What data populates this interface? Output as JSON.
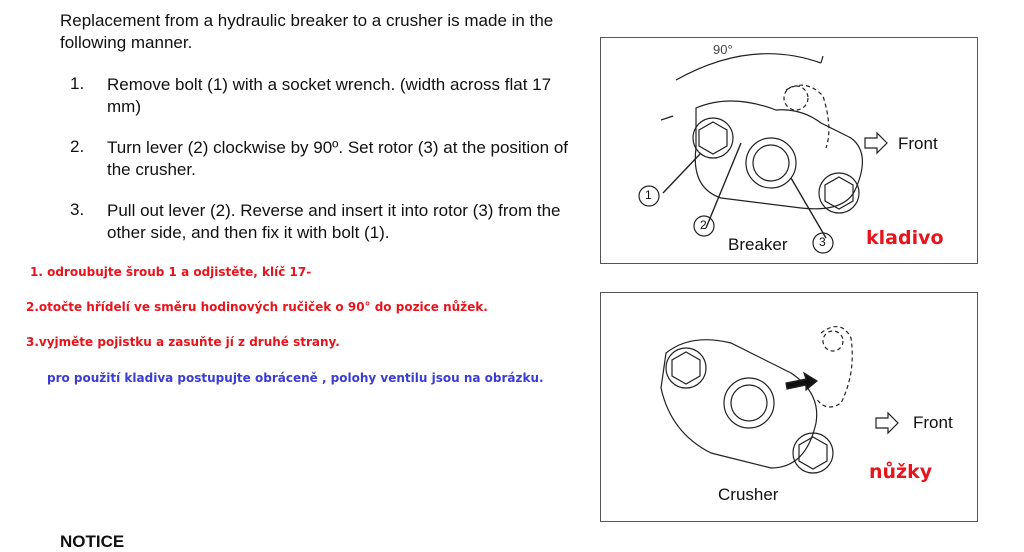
{
  "intro": "Replacement from a hydraulic breaker to a crusher is made in the following manner.",
  "steps": [
    {
      "num": "1.",
      "text": "Remove bolt (1) with a socket wrench. (width across flat 17 mm)"
    },
    {
      "num": "2.",
      "text": "Turn lever (2) clockwise by 90º. Set rotor (3) at the position of the crusher."
    },
    {
      "num": "3.",
      "text": "Pull out lever (2). Reverse and insert it into rotor (3) from the other side, and then fix it with bolt (1)."
    }
  ],
  "czech_notes": [
    "1.   odroubujte šroub 1 a odjistěte, klíč 17-",
    "2.otočte hřídelí ve směru hodinových ručiček o 90° do pozice nůžek.",
    "3.vyjměte pojistku a zasuňte jí z druhé strany."
  ],
  "czech_hammer_note": "pro použití kladiva postupujte obráceně , polohy ventilu jsou na obrázku.",
  "figure_breaker": {
    "angle": "90°",
    "front": "Front",
    "caption": "Breaker",
    "label": "kladivo",
    "callouts": [
      "1",
      "2",
      "3"
    ]
  },
  "figure_crusher": {
    "front": "Front",
    "caption": "Crusher",
    "label": "nůžky"
  },
  "notice": "NOTICE"
}
